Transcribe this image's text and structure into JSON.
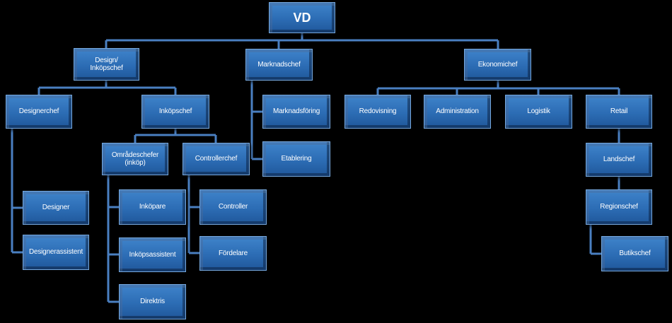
{
  "colors": {
    "background": "#000000",
    "box": "#2f6fb7",
    "box_border": "#77a9df",
    "connector": "#4a7fc1",
    "text": "#ffffff"
  },
  "org": {
    "vd": "VD",
    "design_inkopschef": "Design/\nInköpschef",
    "marknadschef": "Marknadschef",
    "ekonomichef": "Ekonomichef",
    "designerchef": "Designerchef",
    "inkopschef": "Inköpschef",
    "omradeschefer": "Områdeschefer\n(inköp)",
    "controllerchef": "Controllerchef",
    "designer": "Designer",
    "designerassistent": "Designerassistent",
    "inkopare": "Inköpare",
    "inkopsassistent": "Inköpsassistent",
    "direktris": "Direktris",
    "controller": "Controller",
    "fordelare": "Fördelare",
    "marknadsforing": "Marknadsföring",
    "etablering": "Etablering",
    "redovisning": "Redovisning",
    "administration": "Administration",
    "logistik": "Logistik",
    "retail": "Retail",
    "landschef": "Landschef",
    "regionschef": "Regionschef",
    "butikschef": "Butikschef"
  }
}
